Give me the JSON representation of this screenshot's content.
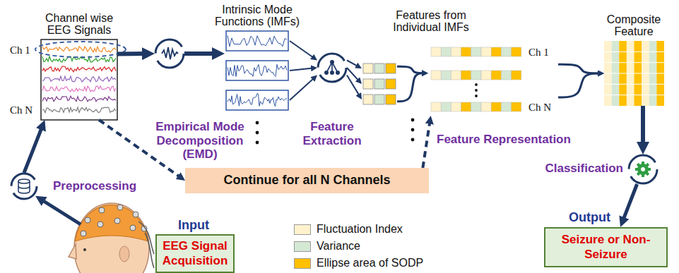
{
  "diagram": {
    "nodes": [
      {
        "text": [
          "Channel wise EEG Signals"
        ]
      },
      {
        "text": [
          "Empirical Mode Decomposition (EMD)"
        ]
      },
      {
        "text": [
          "Intrinsic Mode Functions (IMFs)"
        ]
      },
      {
        "text": [
          "Feature Extraction"
        ]
      },
      {
        "text": [
          "Features from Individual IMFs"
        ]
      },
      {
        "text": [
          "Feature Representation"
        ]
      },
      {
        "text": [
          "Composite Feature"
        ]
      },
      {
        "text": [
          "Continue for all N Channels"
        ]
      },
      {
        "text": [
          "Classification"
        ]
      },
      {
        "text": [
          "Output",
          "Seizure or Non-Seizure"
        ]
      },
      {
        "text": [
          "Preprocessing"
        ]
      },
      {
        "text": [
          "Input",
          "EEG Signal Acquisition"
        ]
      }
    ],
    "edges": [
      {
        "from": 0,
        "to": 1,
        "arrow": "to"
      },
      {
        "from": 1,
        "to": 2,
        "arrow": "to"
      },
      {
        "from": 2,
        "to": 3,
        "arrow": "to"
      },
      {
        "from": 3,
        "to": 4,
        "arrow": "to"
      },
      {
        "from": 4,
        "to": 5,
        "arrow": "to"
      },
      {
        "from": 5,
        "to": 6,
        "arrow": "to"
      },
      {
        "from": 6,
        "to": 8,
        "arrow": "to"
      },
      {
        "from": 8,
        "to": 9,
        "arrow": "to"
      },
      {
        "from": 10,
        "to": 0,
        "arrow": "to"
      },
      {
        "from": 0,
        "to": 7,
        "arrow": "to"
      },
      {
        "from": 7,
        "to": 5,
        "arrow": "to"
      }
    ],
    "labels": [
      "Ch 1",
      "Ch N",
      "Ch 1",
      "Ch N"
    ],
    "legend": [
      {
        "text": "Fluctuation Index",
        "color": "#fff2cc"
      },
      {
        "text": "Variance",
        "color": "#d5e8d4"
      },
      {
        "text": "Ellipse area of SODP",
        "color": "#ffc000"
      }
    ]
  }
}
